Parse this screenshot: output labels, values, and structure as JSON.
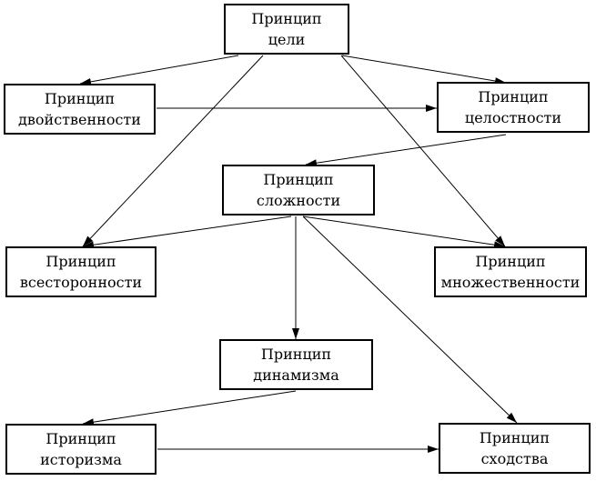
{
  "diagram": {
    "nodes": {
      "goal": {
        "line1": "Принцип",
        "line2": "цели"
      },
      "duality": {
        "line1": "Принцип",
        "line2": "двойственности"
      },
      "integrity": {
        "line1": "Принцип",
        "line2": "целостности"
      },
      "complexity": {
        "line1": "Принцип",
        "line2": "сложности"
      },
      "universality": {
        "line1": "Принцип",
        "line2": "всесторонности"
      },
      "multiplicity": {
        "line1": "Принцип",
        "line2": "множественности"
      },
      "dynamism": {
        "line1": "Принцип",
        "line2": "динамизма"
      },
      "historicism": {
        "line1": "Принцип",
        "line2": "историзма"
      },
      "similarity": {
        "line1": "Принцип",
        "line2": "сходства"
      }
    },
    "edges": [
      {
        "from": "goal",
        "to": "duality"
      },
      {
        "from": "goal",
        "to": "integrity"
      },
      {
        "from": "goal",
        "to": "universality"
      },
      {
        "from": "goal",
        "to": "multiplicity"
      },
      {
        "from": "duality",
        "to": "integrity"
      },
      {
        "from": "integrity",
        "to": "complexity"
      },
      {
        "from": "complexity",
        "to": "universality"
      },
      {
        "from": "complexity",
        "to": "multiplicity"
      },
      {
        "from": "complexity",
        "to": "dynamism"
      },
      {
        "from": "complexity",
        "to": "similarity"
      },
      {
        "from": "dynamism",
        "to": "historicism"
      },
      {
        "from": "historicism",
        "to": "similarity"
      }
    ]
  }
}
